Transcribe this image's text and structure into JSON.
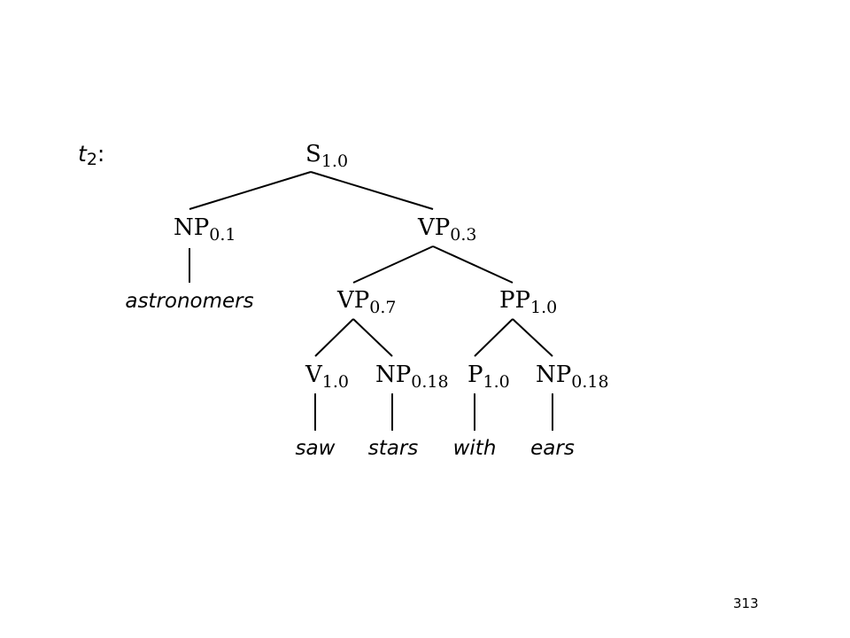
{
  "tree_label": {
    "letter": "t",
    "subscript": "2",
    "colon": ":"
  },
  "nodes": [
    {
      "id": "s",
      "label": "S",
      "prob": "1.0"
    },
    {
      "id": "np1",
      "label": "NP",
      "prob": "0.1"
    },
    {
      "id": "vp1",
      "label": "VP",
      "prob": "0.3"
    },
    {
      "id": "vp2",
      "label": "VP",
      "prob": "0.7"
    },
    {
      "id": "pp",
      "label": "PP",
      "prob": "1.0"
    },
    {
      "id": "v",
      "label": "V",
      "prob": "1.0"
    },
    {
      "id": "np2",
      "label": "NP",
      "prob": "0.18"
    },
    {
      "id": "p",
      "label": "P",
      "prob": "1.0"
    },
    {
      "id": "np3",
      "label": "NP",
      "prob": "0.18"
    }
  ],
  "leaves": [
    {
      "id": "w_astronomers",
      "word": "astronomers"
    },
    {
      "id": "w_saw",
      "word": "saw"
    },
    {
      "id": "w_stars",
      "word": "stars"
    },
    {
      "id": "w_with",
      "word": "with"
    },
    {
      "id": "w_ears",
      "word": "ears"
    }
  ],
  "edges": [
    [
      "s",
      "np1"
    ],
    [
      "s",
      "vp1"
    ],
    [
      "np1",
      "w_astronomers"
    ],
    [
      "vp1",
      "vp2"
    ],
    [
      "vp1",
      "pp"
    ],
    [
      "vp2",
      "v"
    ],
    [
      "vp2",
      "np2"
    ],
    [
      "pp",
      "p"
    ],
    [
      "pp",
      "np3"
    ],
    [
      "v",
      "w_saw"
    ],
    [
      "np2",
      "w_stars"
    ],
    [
      "p",
      "w_with"
    ],
    [
      "np3",
      "w_ears"
    ]
  ],
  "page_number": "313"
}
